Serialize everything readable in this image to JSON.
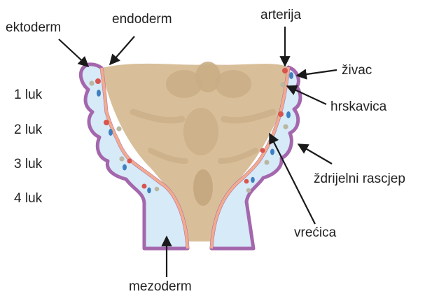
{
  "labels": {
    "ektoderm": "ektoderm",
    "endoderm": "endoderm",
    "arterija": "arterija",
    "zivac": "živac",
    "hrskavica": "hrskavica",
    "zdrijelni_rascjep": "ždrijelni rascjep",
    "vrecica": "vrećica",
    "mezoderm": "mezoderm"
  },
  "arches": [
    "1 luk",
    "2 luk",
    "3 luk",
    "4 luk"
  ],
  "colors": {
    "ectoderm": "#a467ad",
    "endoderm": "#f2ab8c",
    "mesoderm": "#d6eaf7",
    "pharynx": "#d8bf9a",
    "artery": "#d8554e",
    "nerve": "#3f7fbf",
    "cartilage": "#b9b6a2",
    "arrow": "#1a1a1a"
  }
}
